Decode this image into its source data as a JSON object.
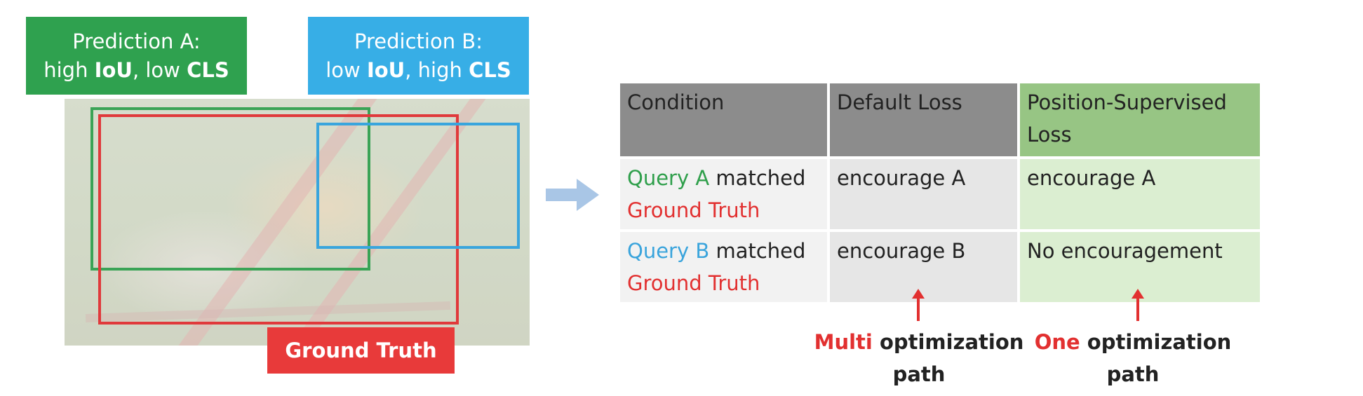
{
  "left": {
    "prediction_a": {
      "line1": "Prediction A:",
      "line2_pre": "high ",
      "line2_bold1": "IoU",
      "line2_mid": ", low ",
      "line2_bold2": "CLS"
    },
    "prediction_b": {
      "line1": "Prediction B:",
      "line2_pre": "low ",
      "line2_bold1": "IoU",
      "line2_mid": ", high ",
      "line2_bold2": "CLS"
    },
    "ground_truth": "Ground Truth"
  },
  "table": {
    "headers": [
      "Condition",
      "Default Loss",
      "Position-Supervised Loss"
    ],
    "rows": [
      {
        "query": "Query A",
        "matched": " matched",
        "gt": "Ground Truth",
        "default_loss": "encourage A",
        "ps_loss": "encourage A"
      },
      {
        "query": "Query B",
        "matched": " matched",
        "gt": "Ground Truth",
        "default_loss": "encourage B",
        "ps_loss": "No encouragement"
      }
    ]
  },
  "annotations": {
    "default": {
      "highlight": "Multi",
      "rest_line1": " optimization",
      "line2": "path"
    },
    "ps": {
      "highlight": "One",
      "rest_line1": " optimization",
      "line2": "path"
    }
  },
  "colors": {
    "green": "#2fa14f",
    "blue": "#37aee6",
    "red": "#e83a3a",
    "header_gray": "#8c8c8c",
    "header_green": "#97c584"
  }
}
